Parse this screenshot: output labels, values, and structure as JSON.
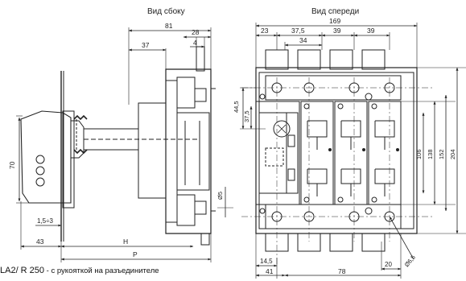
{
  "views": {
    "side_title": "Вид сбоку",
    "front_title": "Вид спереди"
  },
  "side_dims": {
    "d81": "81",
    "d37": "37",
    "d28": "28",
    "d4": "4",
    "d70": "70",
    "d15": "1,5÷3",
    "d43": "43",
    "dH": "H",
    "dP": "P",
    "d5": "Ø5"
  },
  "front_dims": {
    "d169": "169",
    "d23": "23",
    "d375_top": "37,5",
    "d34": "34",
    "d39a": "39",
    "d39b": "39",
    "d445": "44,5",
    "d375_left": "37,5",
    "d106": "106",
    "d138": "138",
    "d152": "152",
    "d204": "204",
    "d145": "14,5",
    "d41": "41",
    "d78": "78",
    "d20": "20",
    "d65": "Ø6,5"
  },
  "caption": {
    "model": "LA2/ R 250",
    "description": " - с рукояткой на разъединителе"
  }
}
